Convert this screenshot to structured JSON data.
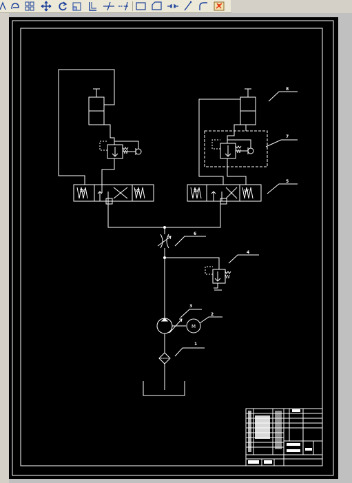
{
  "toolbar": {
    "tools": [
      {
        "name": "arc-tool-icon"
      },
      {
        "name": "text-tool-icon"
      },
      {
        "name": "array-grid-icon"
      },
      {
        "name": "move-icon"
      },
      {
        "name": "rotate-icon"
      },
      {
        "name": "scale-icon"
      },
      {
        "name": "stretch-icon"
      },
      {
        "name": "trim-icon"
      },
      {
        "name": "extend-icon"
      },
      {
        "name": "break-icon"
      },
      {
        "name": "chamfer-icon"
      },
      {
        "name": "join-icon"
      },
      {
        "name": "line-tool-icon"
      },
      {
        "name": "fillet-icon"
      },
      {
        "name": "explode-icon"
      }
    ]
  },
  "colors": {
    "canvas_background": "#000000",
    "line_color": "#ffffff",
    "toolbar_background": "#ece9d8",
    "window_chrome": "#d4d0c8",
    "explode_icon_accent": "#e8401c"
  },
  "drawing": {
    "callouts": [
      {
        "id": "callout-8",
        "label": "8"
      },
      {
        "id": "callout-7",
        "label": "7"
      },
      {
        "id": "callout-5",
        "label": "5"
      },
      {
        "id": "callout-6",
        "label": "6"
      },
      {
        "id": "callout-4",
        "label": "4"
      },
      {
        "id": "callout-3",
        "label": "3"
      },
      {
        "id": "callout-2",
        "label": "2"
      },
      {
        "id": "callout-1",
        "label": "1"
      }
    ],
    "motor_symbol": "M",
    "spring_symbol": "W"
  }
}
